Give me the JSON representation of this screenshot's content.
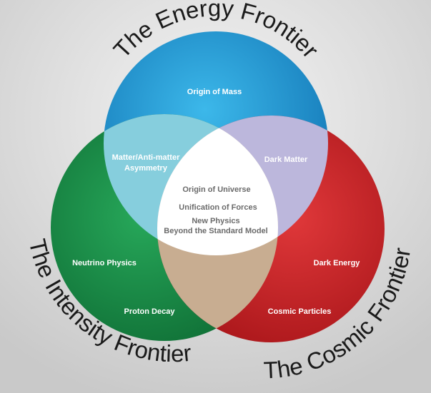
{
  "titles": {
    "energy": "The Energy Frontier",
    "intensity": "The Intensity Frontier",
    "cosmic": "The Cosmic Frontier"
  },
  "regions": {
    "origin_of_mass": "Origin of Mass",
    "matter_antimatter_line1": "Matter/Anti-matter",
    "matter_antimatter_line2": "Asymmetry",
    "dark_matter": "Dark Matter",
    "origin_of_universe": "Origin of Universe",
    "unification_of_forces": "Unification of Forces",
    "new_physics_line1": "New Physics",
    "new_physics_line2": "Beyond the Standard Model",
    "neutrino_physics": "Neutrino Physics",
    "proton_decay": "Proton Decay",
    "dark_energy": "Dark Energy",
    "cosmic_particles": "Cosmic Particles"
  },
  "colors": {
    "energy": "#1ba3dd",
    "intensity": "#1f9a4c",
    "cosmic": "#d9262a",
    "center": "#ffffff",
    "background": "#dcdcdc"
  }
}
